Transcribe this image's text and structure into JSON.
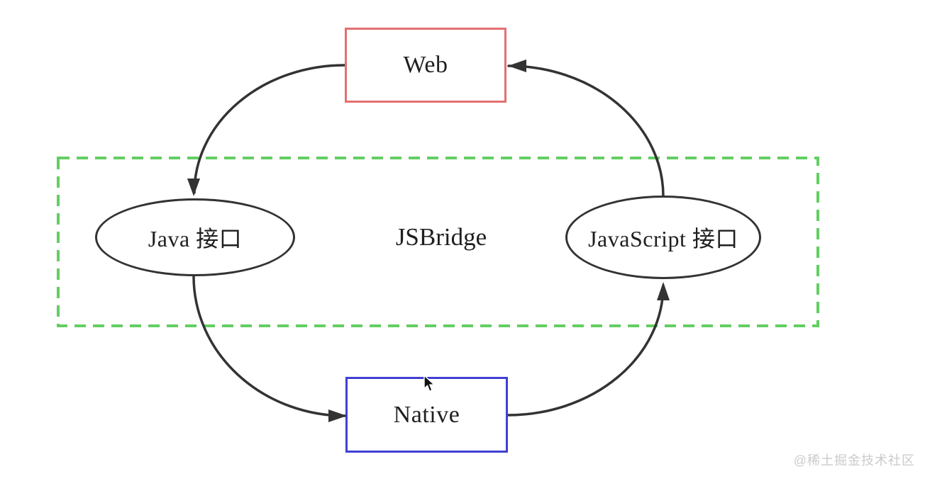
{
  "diagram": {
    "nodes": {
      "web": {
        "label": "Web",
        "shape": "rect",
        "border_color": "#e37070"
      },
      "native": {
        "label": "Native",
        "shape": "rect",
        "border_color": "#4040d4"
      },
      "java_interface": {
        "label": "Java 接口",
        "shape": "ellipse",
        "border_color": "#333333"
      },
      "javascript_interface": {
        "label": "JavaScript 接口",
        "shape": "ellipse",
        "border_color": "#333333"
      },
      "bridge": {
        "label": "JSBridge"
      }
    },
    "bridge_zone": {
      "style": "dashed",
      "color": "#63ce63",
      "contains": [
        "java_interface",
        "bridge",
        "javascript_interface"
      ]
    },
    "edges": [
      {
        "from": "web",
        "to": "java_interface"
      },
      {
        "from": "java_interface",
        "to": "native"
      },
      {
        "from": "native",
        "to": "javascript_interface"
      },
      {
        "from": "javascript_interface",
        "to": "web"
      }
    ],
    "edge_color": "#333333"
  },
  "watermark": {
    "text": "@稀土掘金技术社区",
    "color": "#cbcbcb"
  },
  "cursor": {
    "visible": true,
    "type": "arrow-pointer"
  }
}
